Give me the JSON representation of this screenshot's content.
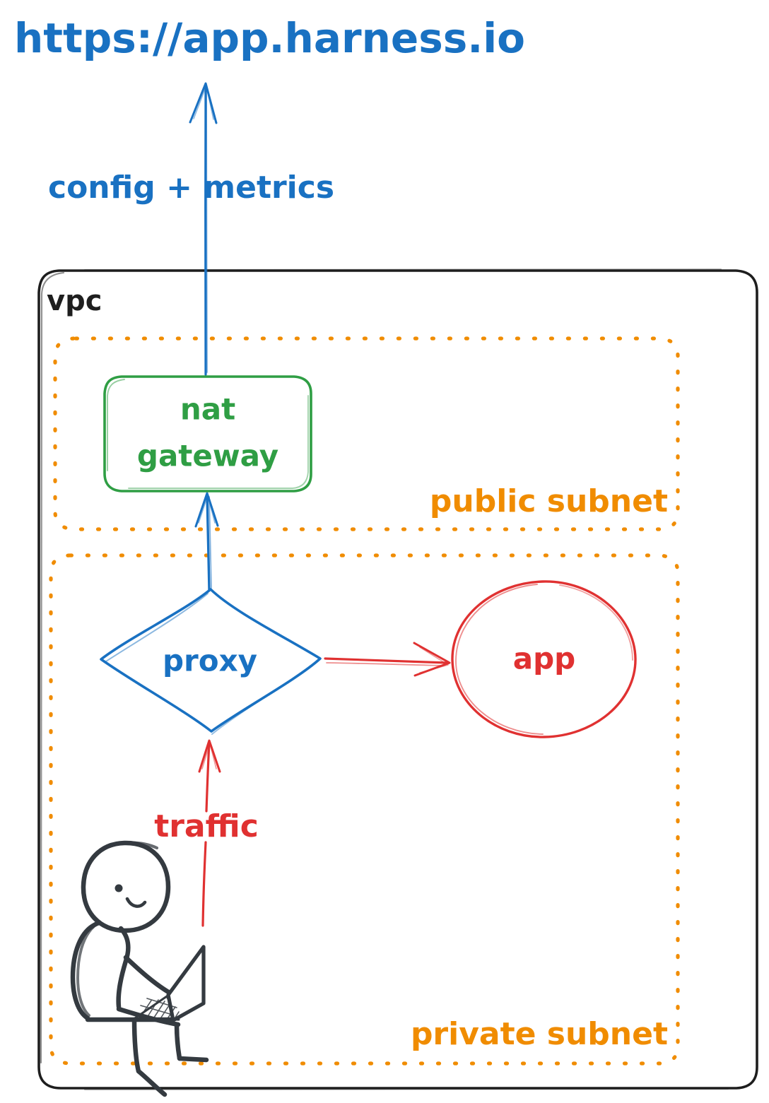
{
  "diagram": {
    "title_url": "https://app.harness.io",
    "colors": {
      "blue": "#1971c2",
      "green": "#2f9e44",
      "red": "#e03131",
      "orange": "#f08c00",
      "ink": "#343a40"
    },
    "labels": {
      "config_metrics": "config + metrics",
      "vpc": "vpc",
      "public_subnet": "public subnet",
      "private_subnet": "private subnet",
      "traffic": "traffic"
    },
    "nodes": {
      "nat_gateway": {
        "line1": "nat",
        "line2": "gateway",
        "shape": "rounded-rect",
        "color": "#2f9e44"
      },
      "proxy": {
        "label": "proxy",
        "shape": "diamond",
        "color": "#1971c2"
      },
      "app": {
        "label": "app",
        "shape": "ellipse",
        "color": "#e03131"
      },
      "user": {
        "label": "person-with-laptop",
        "shape": "stick-figure",
        "color": "#343a40"
      }
    },
    "edges": [
      {
        "from": "nat gateway",
        "to": "https://app.harness.io",
        "label": "config + metrics",
        "color": "#1971c2",
        "direction": "up"
      },
      {
        "from": "proxy",
        "to": "nat gateway",
        "label": "",
        "color": "#1971c2",
        "direction": "up"
      },
      {
        "from": "proxy",
        "to": "app",
        "label": "",
        "color": "#e03131",
        "direction": "right"
      },
      {
        "from": "user",
        "to": "proxy",
        "label": "traffic",
        "color": "#e03131",
        "direction": "up"
      }
    ]
  }
}
